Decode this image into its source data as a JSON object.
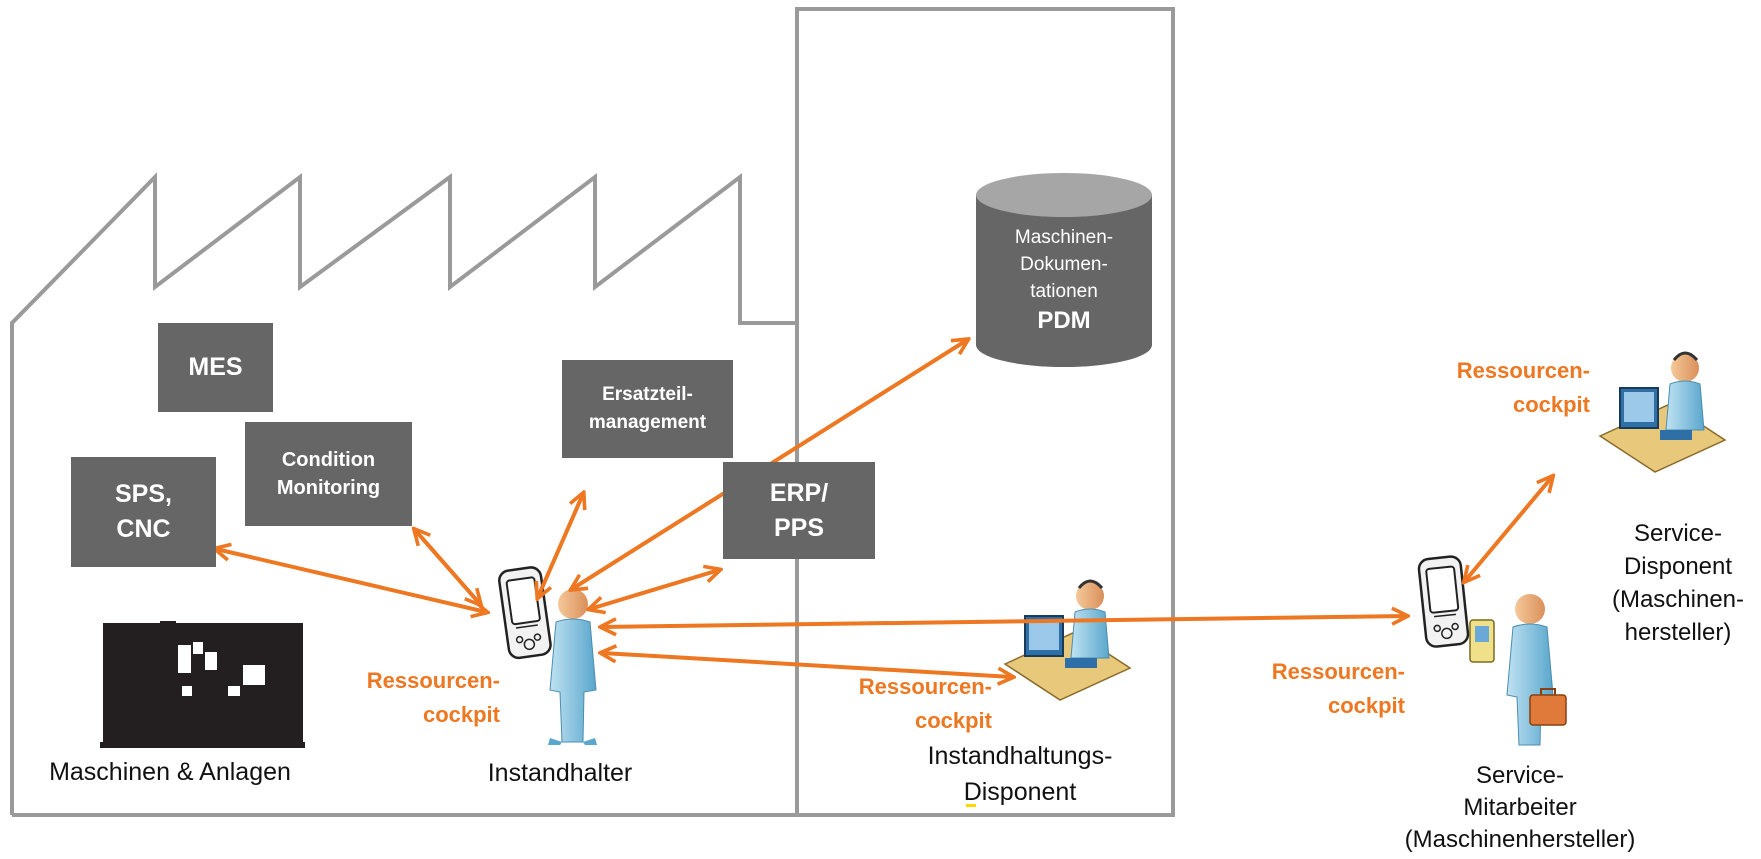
{
  "boxes": {
    "mes": "MES",
    "condition": "Condition\nMonitoring",
    "ersatzteil": "Ersatzteil-\nmanagement",
    "sps": "SPS,\nCNC",
    "erp": "ERP/\nPPS"
  },
  "pdm": {
    "sub": "Maschinen-\nDokumen-\ntationen",
    "main": "PDM"
  },
  "labels": {
    "maschinen": "Maschinen & Anlagen",
    "instandhalter": "Instandhalter",
    "disponent": "Instandhaltungs-\nDisponent",
    "service_mitarbeiter": "Service-\nMitarbeiter\n(Maschinenhersteller)",
    "service_disponent": "Service-\nDisponent\n(Maschinen-\nhersteller)"
  },
  "cockpit_labels": {
    "instandhalter": "Ressourcen-\ncockpit",
    "disponent": "Ressourcen-\ncockpit",
    "service_mitarbeiter": "Ressourcen-\ncockpit",
    "service_disponent": "Ressourcen-\ncockpit"
  },
  "colors": {
    "arrow": "#ee7722",
    "box": "#666666",
    "outline": "#999999"
  },
  "icons": {
    "machine": "machine-silhouette-icon",
    "handheld": "handheld-device-icon",
    "person": "person-icon",
    "workstation": "dispatcher-workstation-icon"
  }
}
